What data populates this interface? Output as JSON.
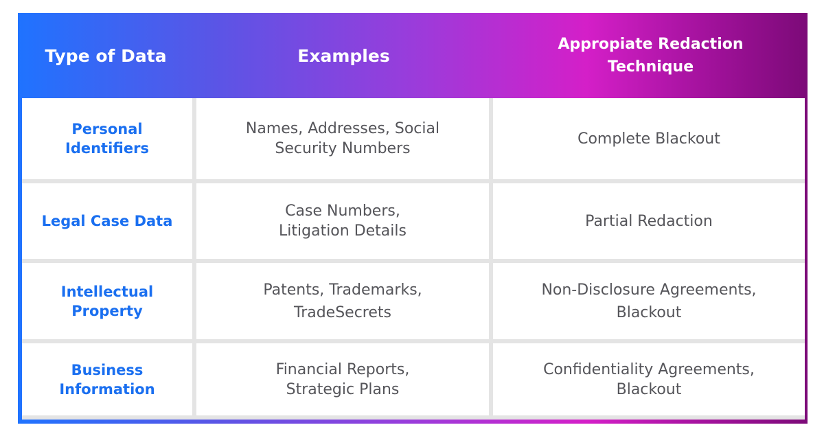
{
  "table": {
    "headers": [
      "Type of Data",
      "Examples",
      "Appropiate Redaction Technique"
    ],
    "rows": [
      {
        "type": "Personal Identifiers",
        "examples": "Names, Addresses, Social Security Numbers",
        "technique": "Complete Blackout"
      },
      {
        "type": "Legal Case Data",
        "examples": "Case Numbers, Litigation Details",
        "technique": "Partial Redaction"
      },
      {
        "type": "Intellectual Property",
        "examples": "Patents, Trademarks, TradeSecrets",
        "technique": "Non-Disclosure Agreements, Blackout"
      },
      {
        "type": "Business Information",
        "examples": "Financial Reports, Strategic Plans",
        "technique": "Confidentiality Agreements, Blackout"
      }
    ]
  },
  "colors": {
    "gradient_start": "#1f73ff",
    "gradient_mid": "#9a3cdb",
    "gradient_pink": "#d41fc8",
    "gradient_end": "#7c0a78",
    "type_text": "#1a6ff0",
    "body_text": "#55555a",
    "grid": "#e4e4e4"
  }
}
